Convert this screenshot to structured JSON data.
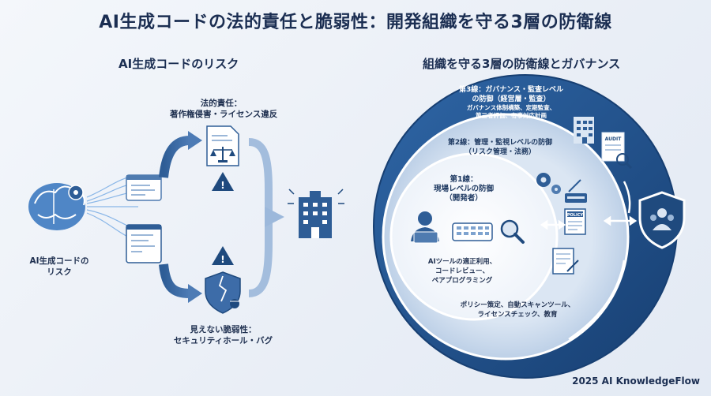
{
  "header": {
    "title": "AI生成コードの法的責任と脆弱性：開発組織を守る3層の防衛線"
  },
  "left": {
    "heading": "AI生成コードのリスク",
    "brain_label_1": "AI生成コードの",
    "brain_label_2": "リスク",
    "legal_label_1": "法的責任：",
    "legal_label_2": "著作権侵害・ライセンス違反",
    "vuln_label_1": "見えない脆弱性：",
    "vuln_label_2": "セキュリティホール・バグ"
  },
  "right": {
    "heading": "組織を守る3層の防衛線とガバナンス",
    "layer3": {
      "line1": "第3線：ガバナンス・監査レベル",
      "line2": "の防御（経営層・監査）",
      "line3": "ガバナンス体制構築、定期監査、",
      "line4": "第三者評価、有事対応計画"
    },
    "layer2": {
      "line1": "第2線：管理・監視レベルの防御",
      "line2": "（リスク管理・法務）"
    },
    "layer1": {
      "line1": "第1線：",
      "line2": "現場レベルの防御",
      "line3": "（開発者）",
      "desc1": "AIツールの適正利用、",
      "desc2": "コードレビュー、",
      "desc3": "ペアプログラミング"
    },
    "layer2_desc1": "ポリシー策定、自動スキャンツール、",
    "layer2_desc2": "ライセンスチェック、教育",
    "audit_tag": "AUDIT",
    "policy_tag": "POLICY"
  },
  "footer": {
    "credit": "2025 AI KnowledgeFlow"
  },
  "colors": {
    "navy": "#1f4a7e",
    "mid": "#4f7bb0",
    "light": "#dbe6f3",
    "accent": "#2d5f98"
  }
}
